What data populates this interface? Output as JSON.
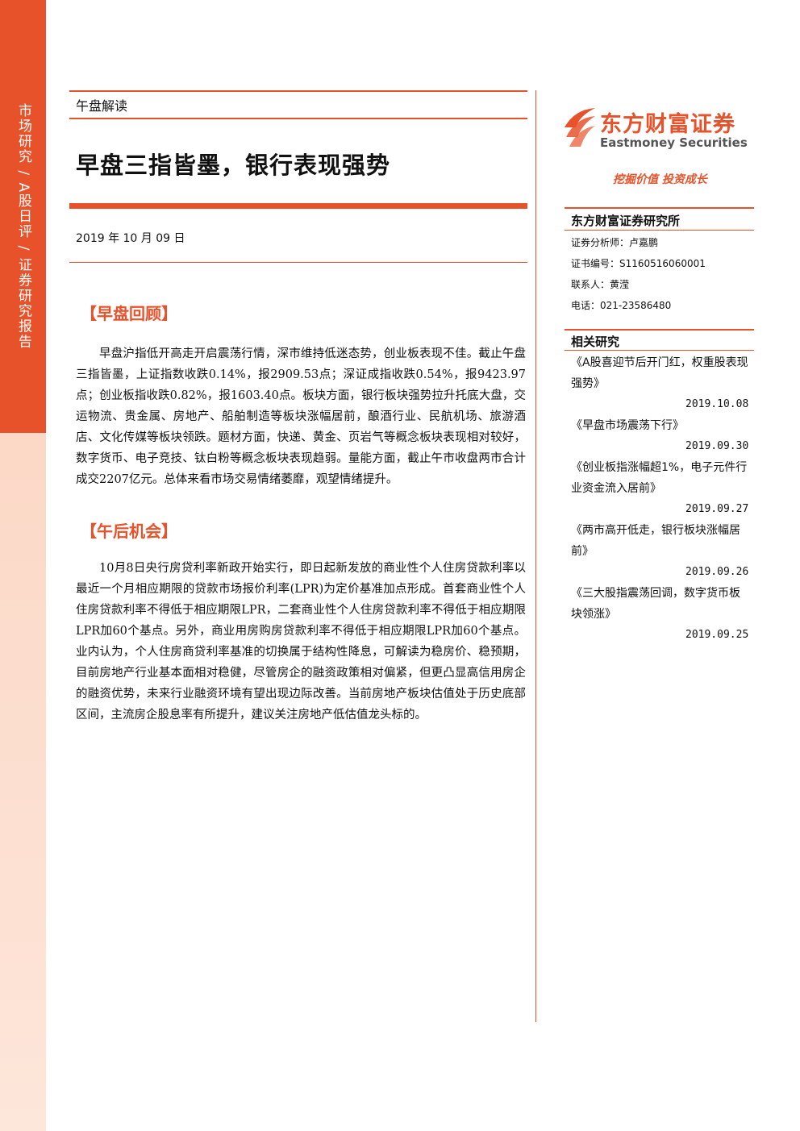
{
  "sidebar": {
    "text": "市场研究 / A股日评 / 证券研究报告"
  },
  "header": {
    "doc_type": "午盘解读",
    "title": "早盘三指皆墨，银行表现强势",
    "date": "2019 年 10 月 09 日"
  },
  "sections": [
    {
      "heading": "【早盘回顾】",
      "body": "早盘沪指低开高走开启震荡行情，深市维持低迷态势，创业板表现不佳。截止午盘三指皆墨，上证指数收跌0.14%，报2909.53点；深证成指收跌0.54%，报9423.97点；创业板指收跌0.82%，报1603.40点。板块方面，银行板块强势拉升托底大盘，交运物流、贵金属、房地产、船舶制造等板块涨幅居前，酿酒行业、民航机场、旅游酒店、文化传媒等板块领跌。题材方面，快递、黄金、页岩气等概念板块表现相对较好，数字货币、电子竞技、钛白粉等概念板块表现趋弱。量能方面，截止午市收盘两市合计成交2207亿元。总体来看市场交易情绪萎靡，观望情绪提升。"
    },
    {
      "heading": "【午后机会】",
      "body": "10月8日央行房贷利率新政开始实行，即日起新发放的商业性个人住房贷款利率以最近一个月相应期限的贷款市场报价利率(LPR)为定价基准加点形成。首套商业性个人住房贷款利率不得低于相应期限LPR，二套商业性个人住房贷款利率不得低于相应期限LPR加60个基点。另外，商业用房购房贷款利率不得低于相应期限LPR加60个基点。业内认为，个人住房商贷利率基准的切换属于结构性降息，可解读为稳房价、稳预期，目前房地产行业基本面相对稳健，尽管房企的融资政策相对偏紧，但更凸显高信用房企的融资优势，未来行业融资环境有望出现边际改善。当前房地产板块估值处于历史底部区间，主流房企股息率有所提升，建议关注房地产低估值龙头标的。"
    }
  ],
  "brand": {
    "name_cn": "东方财富证券",
    "name_en": "Eastmoney Securities",
    "slogan": "挖掘价值 投资成长",
    "accent_color": "#e8522a"
  },
  "institute": {
    "heading": "东方财富证券研究所",
    "analyst": "证券分析师：卢嘉鹏",
    "cert": "证书编号：S1160516060001",
    "contact": "联系人：黄滢",
    "phone": "电话：021-23586480"
  },
  "related": {
    "heading": "相关研究",
    "items": [
      {
        "title": "《A股喜迎节后开门红，权重股表现强势》",
        "date": "2019.10.08"
      },
      {
        "title": "《早盘市场震荡下行》",
        "date": "2019.09.30"
      },
      {
        "title": "《创业板指涨幅超1%，电子元件行业资金流入居前》",
        "date": "2019.09.27"
      },
      {
        "title": "《两市高开低走，银行板块涨幅居前》",
        "date": "2019.09.26"
      },
      {
        "title": "《三大股指震荡回调，数字货币板块领涨》",
        "date": "2019.09.25"
      }
    ]
  }
}
